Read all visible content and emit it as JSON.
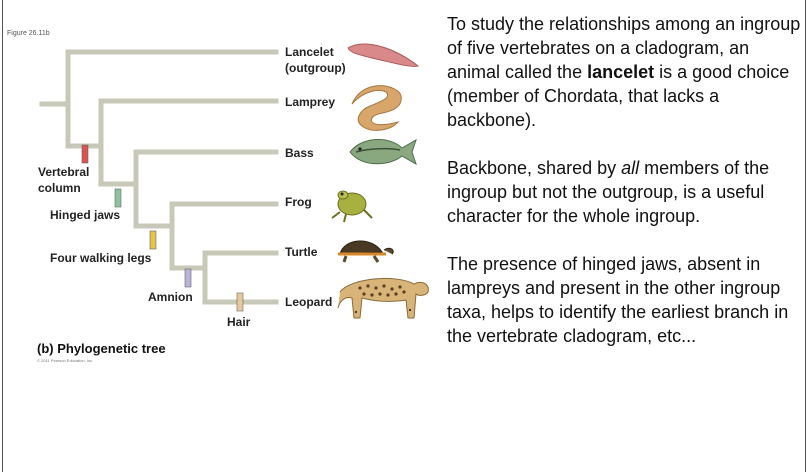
{
  "figure": {
    "label": "Figure 26.11b",
    "caption": "(b) Phylogenetic tree",
    "copyright": "© 2011 Pearson Education, Inc.",
    "taxa": [
      {
        "name_line1": "Lancelet",
        "name_line2": "(outgroup)",
        "icon": "lancelet-icon"
      },
      {
        "name_line1": "Lamprey",
        "icon": "lamprey-icon"
      },
      {
        "name_line1": "Bass",
        "icon": "bass-fish-icon"
      },
      {
        "name_line1": "Frog",
        "icon": "frog-icon"
      },
      {
        "name_line1": "Turtle",
        "icon": "turtle-icon"
      },
      {
        "name_line1": "Leopard",
        "icon": "leopard-icon"
      }
    ],
    "characters": [
      {
        "label_line1": "Vertebral",
        "label_line2": "column",
        "color": "#d9534f"
      },
      {
        "label_line1": "Hinged jaws",
        "color": "#8fc1a0"
      },
      {
        "label_line1": "Four walking legs",
        "color": "#e6c34a"
      },
      {
        "label_line1": "Amnion",
        "color": "#b8b4d8"
      },
      {
        "label_line1": "Hair",
        "color": "#e8c89a"
      }
    ],
    "branch_color": "#c8c8b8"
  },
  "text": {
    "p1_a": "To study the relationships among an ingroup of five vertebrates on a cladogram, an animal called the ",
    "p1_bold": "lancelet",
    "p1_b": " is a good choice (member of Chordata, that lacks a backbone).",
    "p2_a": "Backbone, shared by ",
    "p2_italic": "all",
    "p2_b": " members of the ingroup but not the outgroup, is a useful character for the whole ingroup.",
    "p3": "The presence of hinged jaws, absent in lampreys and present in the other ingroup taxa, helps to identify the earliest branch in the vertebrate cladogram, etc..."
  }
}
